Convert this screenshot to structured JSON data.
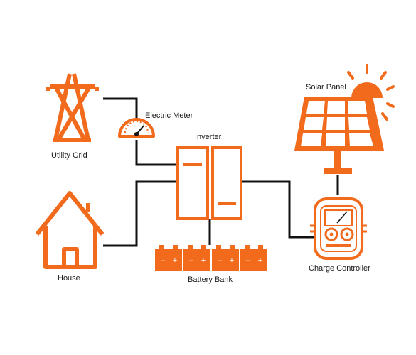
{
  "colors": {
    "accent": "#f26a1b",
    "wire": "#111111",
    "background": "#ffffff"
  },
  "nodes": {
    "utility_grid": {
      "label": "Utility Grid",
      "icon": "transmission-tower-icon"
    },
    "electric_meter": {
      "label": "Electric Meter",
      "icon": "meter-gauge-icon"
    },
    "inverter": {
      "label": "Inverter",
      "icon": "inverter-icon"
    },
    "house": {
      "label": "House",
      "icon": "house-icon"
    },
    "battery_bank": {
      "label": "Battery Bank",
      "icon": "battery-icon",
      "count": 4
    },
    "solar_panel": {
      "label": "Solar Panel",
      "icon": "solar-panel-icon"
    },
    "charge_controller": {
      "label": "Charge Controller",
      "icon": "charge-controller-icon"
    }
  }
}
